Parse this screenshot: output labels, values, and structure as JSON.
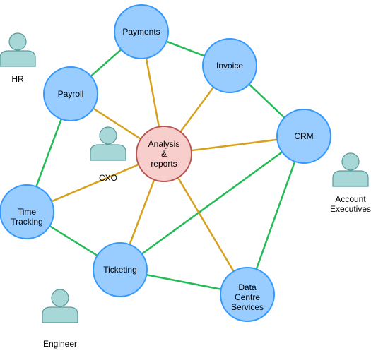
{
  "diagram": {
    "colors": {
      "background": "#ffffff",
      "system_fill": "#99ccff",
      "system_stroke": "#3399ff",
      "hub_fill": "#f8cecc",
      "hub_stroke": "#b85450",
      "edge_between_systems": "#22bb55",
      "edge_to_hub": "#d6a21e",
      "actor_fill": "#a7d7d7",
      "actor_stroke": "#5a9a9a"
    },
    "nodes": [
      {
        "id": "payments",
        "kind": "system",
        "label": "Payments"
      },
      {
        "id": "payroll",
        "kind": "system",
        "label": "Payroll"
      },
      {
        "id": "invoice",
        "kind": "system",
        "label": "Invoice"
      },
      {
        "id": "crm",
        "kind": "system",
        "label": "CRM"
      },
      {
        "id": "analysis",
        "kind": "hub",
        "label": "Analysis\n&\nreports"
      },
      {
        "id": "time-tracking",
        "kind": "system",
        "label": "Time\nTracking"
      },
      {
        "id": "ticketing",
        "kind": "system",
        "label": "Ticketing"
      },
      {
        "id": "data-centre",
        "kind": "system",
        "label": "Data\nCentre\nServices"
      }
    ],
    "edges": [
      {
        "from": "payments",
        "to": "invoice",
        "kind": "system"
      },
      {
        "from": "payments",
        "to": "payroll",
        "kind": "system"
      },
      {
        "from": "invoice",
        "to": "crm",
        "kind": "system"
      },
      {
        "from": "payroll",
        "to": "time-tracking",
        "kind": "system"
      },
      {
        "from": "time-tracking",
        "to": "ticketing",
        "kind": "system"
      },
      {
        "from": "ticketing",
        "to": "data-centre",
        "kind": "system"
      },
      {
        "from": "crm",
        "to": "ticketing",
        "kind": "system"
      },
      {
        "from": "crm",
        "to": "data-centre",
        "kind": "system"
      },
      {
        "from": "analysis",
        "to": "payments",
        "kind": "hub"
      },
      {
        "from": "analysis",
        "to": "payroll",
        "kind": "hub"
      },
      {
        "from": "analysis",
        "to": "invoice",
        "kind": "hub"
      },
      {
        "from": "analysis",
        "to": "crm",
        "kind": "hub"
      },
      {
        "from": "analysis",
        "to": "time-tracking",
        "kind": "hub"
      },
      {
        "from": "analysis",
        "to": "ticketing",
        "kind": "hub"
      },
      {
        "from": "analysis",
        "to": "data-centre",
        "kind": "hub"
      }
    ],
    "actors": [
      {
        "id": "hr",
        "label": "HR"
      },
      {
        "id": "cxo",
        "label": "CXO"
      },
      {
        "id": "account-executives",
        "label": "Account\nExecutives"
      },
      {
        "id": "engineer",
        "label": "Engineer"
      }
    ]
  }
}
